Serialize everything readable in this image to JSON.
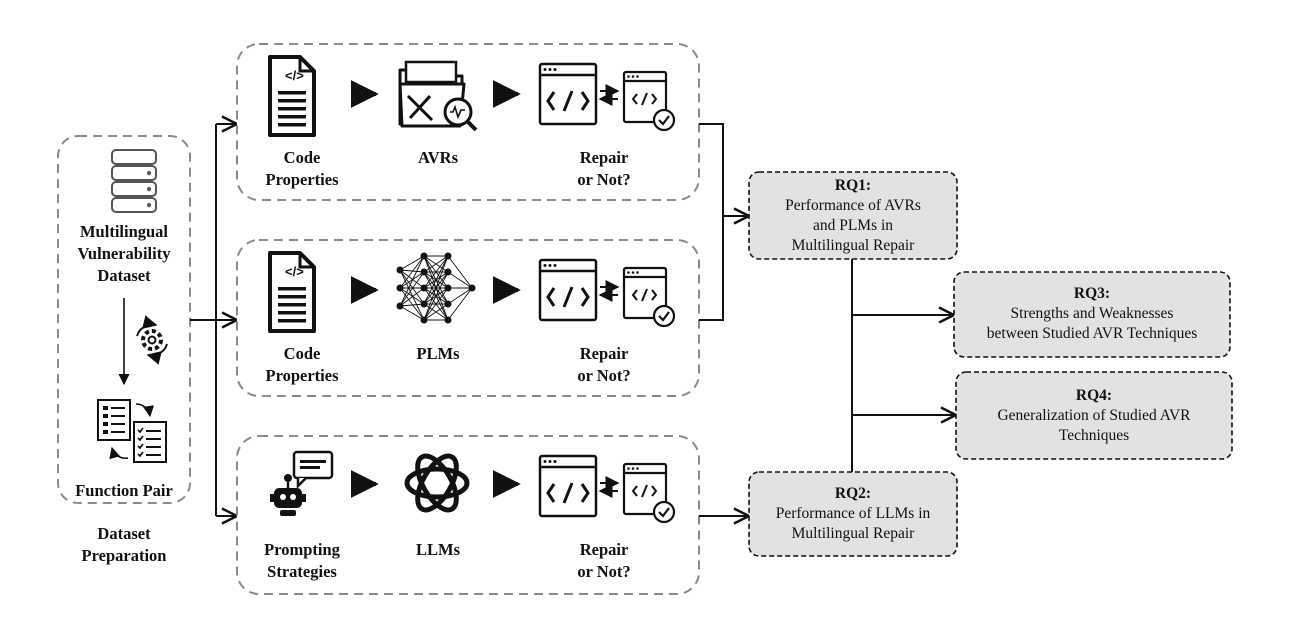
{
  "dataset": {
    "title_lines": [
      "Multilingual",
      "Vulnerability",
      "Dataset"
    ],
    "function_pair": "Function Pair",
    "caption_lines": [
      "Dataset",
      "Preparation"
    ]
  },
  "pipelines": [
    {
      "input_lines": [
        "Code",
        "Properties"
      ],
      "model": "AVRs",
      "output_lines": [
        "Repair",
        "or Not?"
      ]
    },
    {
      "input_lines": [
        "Code",
        "Properties"
      ],
      "model": "PLMs",
      "output_lines": [
        "Repair",
        "or Not?"
      ]
    },
    {
      "input_lines": [
        "Prompting",
        "Strategies"
      ],
      "model": "LLMs",
      "output_lines": [
        "Repair",
        "or Not?"
      ]
    }
  ],
  "code_glyph": "</>",
  "research_questions": [
    {
      "title": "RQ1:",
      "lines": [
        "Performance of AVRs",
        "and PLMs in",
        "Multilingual Repair"
      ]
    },
    {
      "title": "RQ2:",
      "lines": [
        "Performance of LLMs in",
        "Multilingual Repair"
      ]
    },
    {
      "title": "RQ3:",
      "lines": [
        "Strengths and Weaknesses",
        "between Studied AVR Techniques"
      ]
    },
    {
      "title": "RQ4:",
      "lines": [
        "Generalization of  Studied AVR",
        "Techniques"
      ]
    }
  ],
  "colors": {
    "box_border": "#8a8a8a",
    "rq_fill": "#e2e2e2",
    "ink": "#111111"
  }
}
